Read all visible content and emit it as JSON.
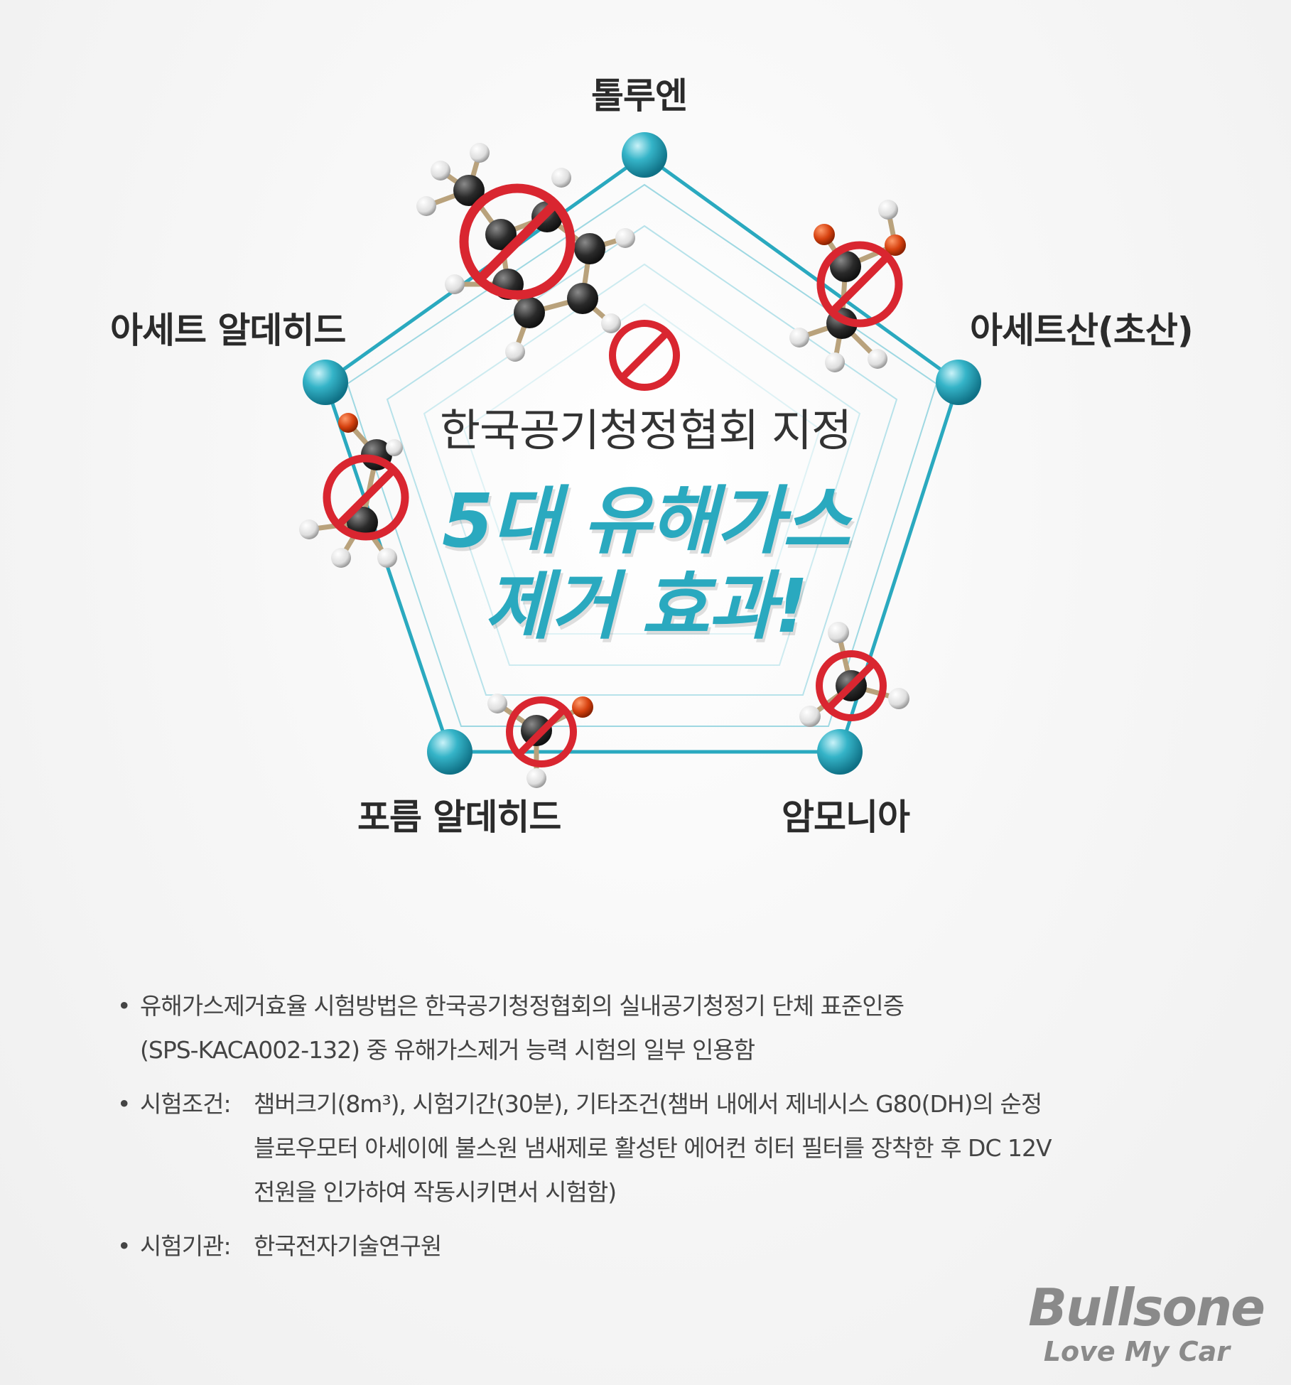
{
  "vertices": {
    "top": "톨루엔",
    "right": "아세트산(초산)",
    "left": "아세트 알데히드",
    "bottom_left": "포름 알데히드",
    "bottom_right": "암모니아"
  },
  "center": {
    "subtitle": "한국공기청정협회 지정",
    "title_line1": "5대 유해가스",
    "title_line2": "제거 효과!"
  },
  "notes": [
    {
      "label": "",
      "lines": [
        "유해가스제거효율 시험방법은 한국공기청정협회의 실내공기청정기 단체 표준인증",
        "(SPS-KACA002-132) 중 유해가스제거 능력 시험의 일부 인용함"
      ]
    },
    {
      "label": "시험조건:",
      "lines": [
        "챔버크기(8m³), 시험기간(30분), 기타조건(챔버 내에서 제네시스 G80(DH)의 순정",
        "블로우모터 아세이에 불스원 냄새제로 활성탄 에어컨 히터 필터를 장착한 후 DC 12V",
        "전원을 인가하여 작동시키면서 시험함)"
      ]
    },
    {
      "label": "시험기관:",
      "lines": [
        "한국전자기술연구원"
      ]
    }
  ],
  "logo": {
    "brand": "Bullsone",
    "tagline": "Love My Car"
  },
  "colors": {
    "accent": "#2aa9bf",
    "prohibit": "#d92630",
    "node": "#2aa9bf"
  }
}
